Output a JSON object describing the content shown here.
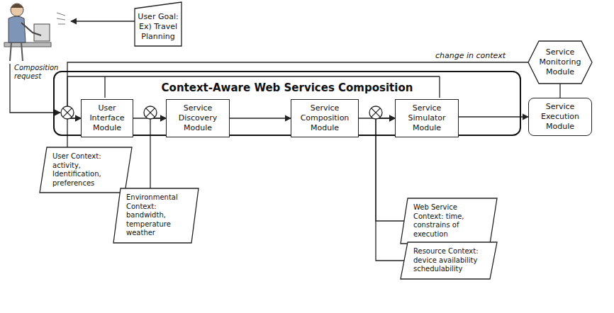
{
  "diagram": {
    "nodes": [
      {
        "text": [
          "User Goal: Ex) Travel Planning"
        ]
      },
      {
        "text": [
          "Context-Aware Web Services Composition"
        ]
      },
      {
        "text": [
          "User Interface Module"
        ],
        "in": 1
      },
      {
        "text": [
          "Service Discovery Module"
        ],
        "in": 1
      },
      {
        "text": [
          "Service Composition Module"
        ],
        "in": 1
      },
      {
        "text": [
          "Service Simulator Module"
        ],
        "in": 1
      },
      {
        "text": [
          "Service Monitoring Module"
        ]
      },
      {
        "text": [
          "Service Execution Module"
        ]
      },
      {
        "text": [
          "User Context: activity, Identification, preferences"
        ]
      },
      {
        "text": [
          "Environmental Context: bandwidth, temperature weather"
        ]
      },
      {
        "text": [
          "Web Service Context: time, constrains of execution"
        ]
      },
      {
        "text": [
          "Resource Context: device availability schedulability"
        ]
      }
    ],
    "edges": [
      {
        "from": 2,
        "to": 3,
        "arrow": "to"
      },
      {
        "from": 3,
        "to": 4,
        "arrow": "to"
      },
      {
        "from": 4,
        "to": 5,
        "arrow": "to"
      },
      {
        "from": 5,
        "to": 7,
        "arrow": "to"
      },
      {
        "from": 6,
        "to": 7,
        "arrow": "none"
      },
      {
        "from": 6,
        "to": 2,
        "label": "change in context",
        "arrow": "to"
      },
      {
        "from": 8,
        "to": 2,
        "arrow": "to"
      },
      {
        "from": 9,
        "to": 3,
        "arrow": "to"
      },
      {
        "from": 10,
        "to": 5,
        "arrow": "to"
      },
      {
        "from": 11,
        "to": 5,
        "arrow": "to"
      }
    ],
    "labels": [
      "Composition request"
    ]
  }
}
